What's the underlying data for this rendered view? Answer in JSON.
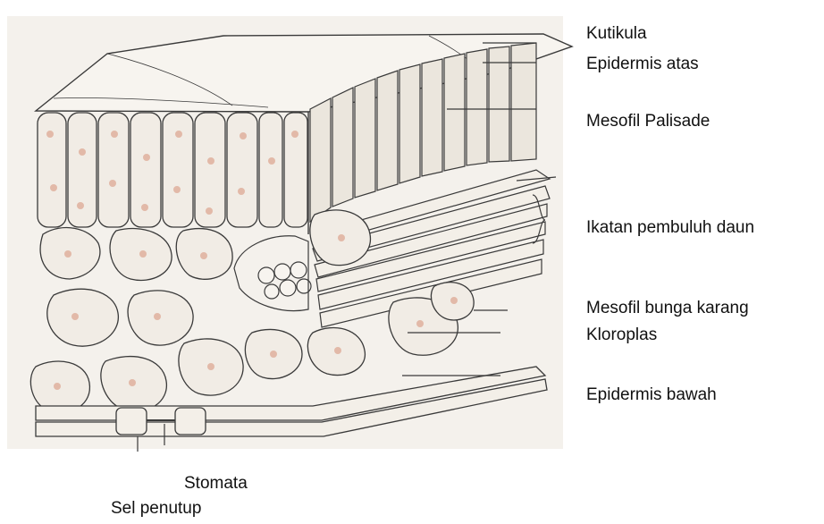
{
  "labels": {
    "kutikula": "Kutikula",
    "epidermis_atas": "Epidermis atas",
    "mesofil_palisade": "Mesofil Palisade",
    "ikatan_pembuluh": "Ikatan pembuluh daun",
    "mesofil_bunga_karang": "Mesofil bunga  karang",
    "kloroplas": "Kloroplas",
    "epidermis_bawah": "Epidermis bawah",
    "stomata": "Stomata",
    "sel_penutup": "Sel penutup"
  },
  "colors": {
    "ink": "#3a3a3a",
    "paper": "#f4f1ec",
    "cell_fill": "#f1ece5",
    "chloroplast": "#e2b9a8"
  }
}
